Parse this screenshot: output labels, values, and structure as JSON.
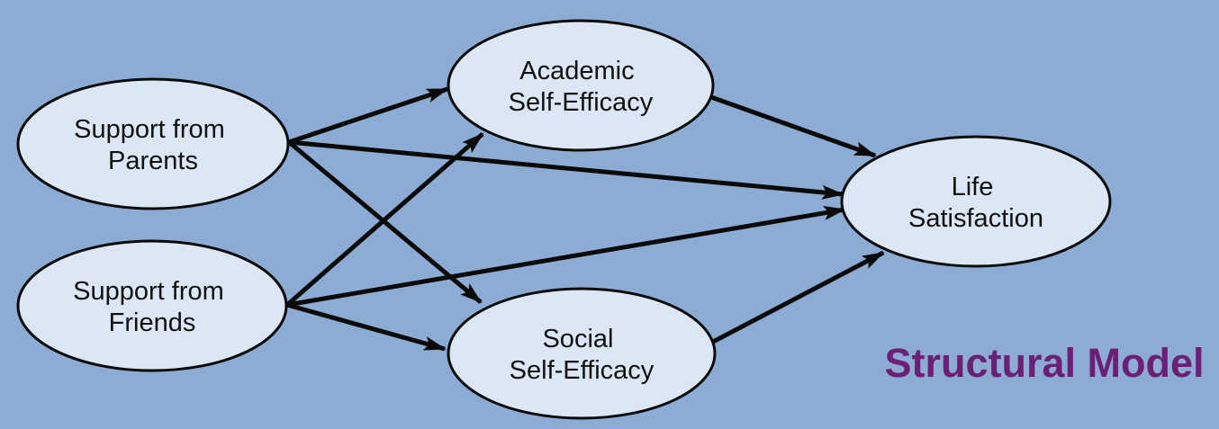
{
  "title": {
    "text": "Structural Model"
  },
  "colors": {
    "background": "#8CACD4",
    "node_fill": "#DBE7F5",
    "node_stroke": "#0A0A0A",
    "arrow": "#0A0A0A",
    "title_color": "#6B2076"
  },
  "nodes": {
    "parents": {
      "label_line1": "Support from",
      "label_line2": "Parents"
    },
    "friends": {
      "label_line1": "Support from",
      "label_line2": "Friends"
    },
    "academic": {
      "label_line1": "Academic",
      "label_line2": "Self-Efficacy"
    },
    "social": {
      "label_line1": "Social",
      "label_line2": "Self-Efficacy"
    },
    "life": {
      "label_line1": "Life",
      "label_line2": "Satisfaction"
    }
  },
  "edges": [
    {
      "from": "parents",
      "to": "academic"
    },
    {
      "from": "parents",
      "to": "life"
    },
    {
      "from": "parents",
      "to": "social"
    },
    {
      "from": "friends",
      "to": "academic"
    },
    {
      "from": "friends",
      "to": "life"
    },
    {
      "from": "friends",
      "to": "social"
    },
    {
      "from": "academic",
      "to": "life"
    },
    {
      "from": "social",
      "to": "life"
    }
  ]
}
